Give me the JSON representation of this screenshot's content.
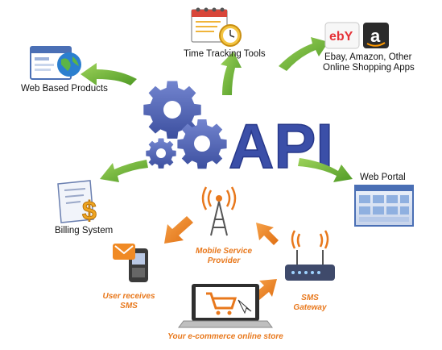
{
  "center": {
    "text": "API",
    "color": "#3b4fa8",
    "gear_color": "#5265b5"
  },
  "nodes": {
    "web_based_products": "Web Based Products",
    "time_tracking_tools": "Time Tracking Tools",
    "shopping_apps_line1": "Ebay, Amazon, Other",
    "shopping_apps_line2": "Online Shopping Apps",
    "web_portal": "Web Portal",
    "billing_system": "Billing System"
  },
  "flow": {
    "mobile_service_provider_line1": "Mobile Service",
    "mobile_service_provider_line2": "Provider",
    "user_receives_sms_line1": "User receives",
    "user_receives_sms_line2": "SMS",
    "sms_gateway_line1": "SMS",
    "sms_gateway_line2": "Gateway",
    "ecommerce_store": "Your e-commerce online store"
  },
  "logos": {
    "ebay": "ebY",
    "amazon": "a"
  },
  "colors": {
    "green_arrow": "#74b63c",
    "orange_arrow": "#f08a24",
    "orange_text": "#e8781c"
  }
}
